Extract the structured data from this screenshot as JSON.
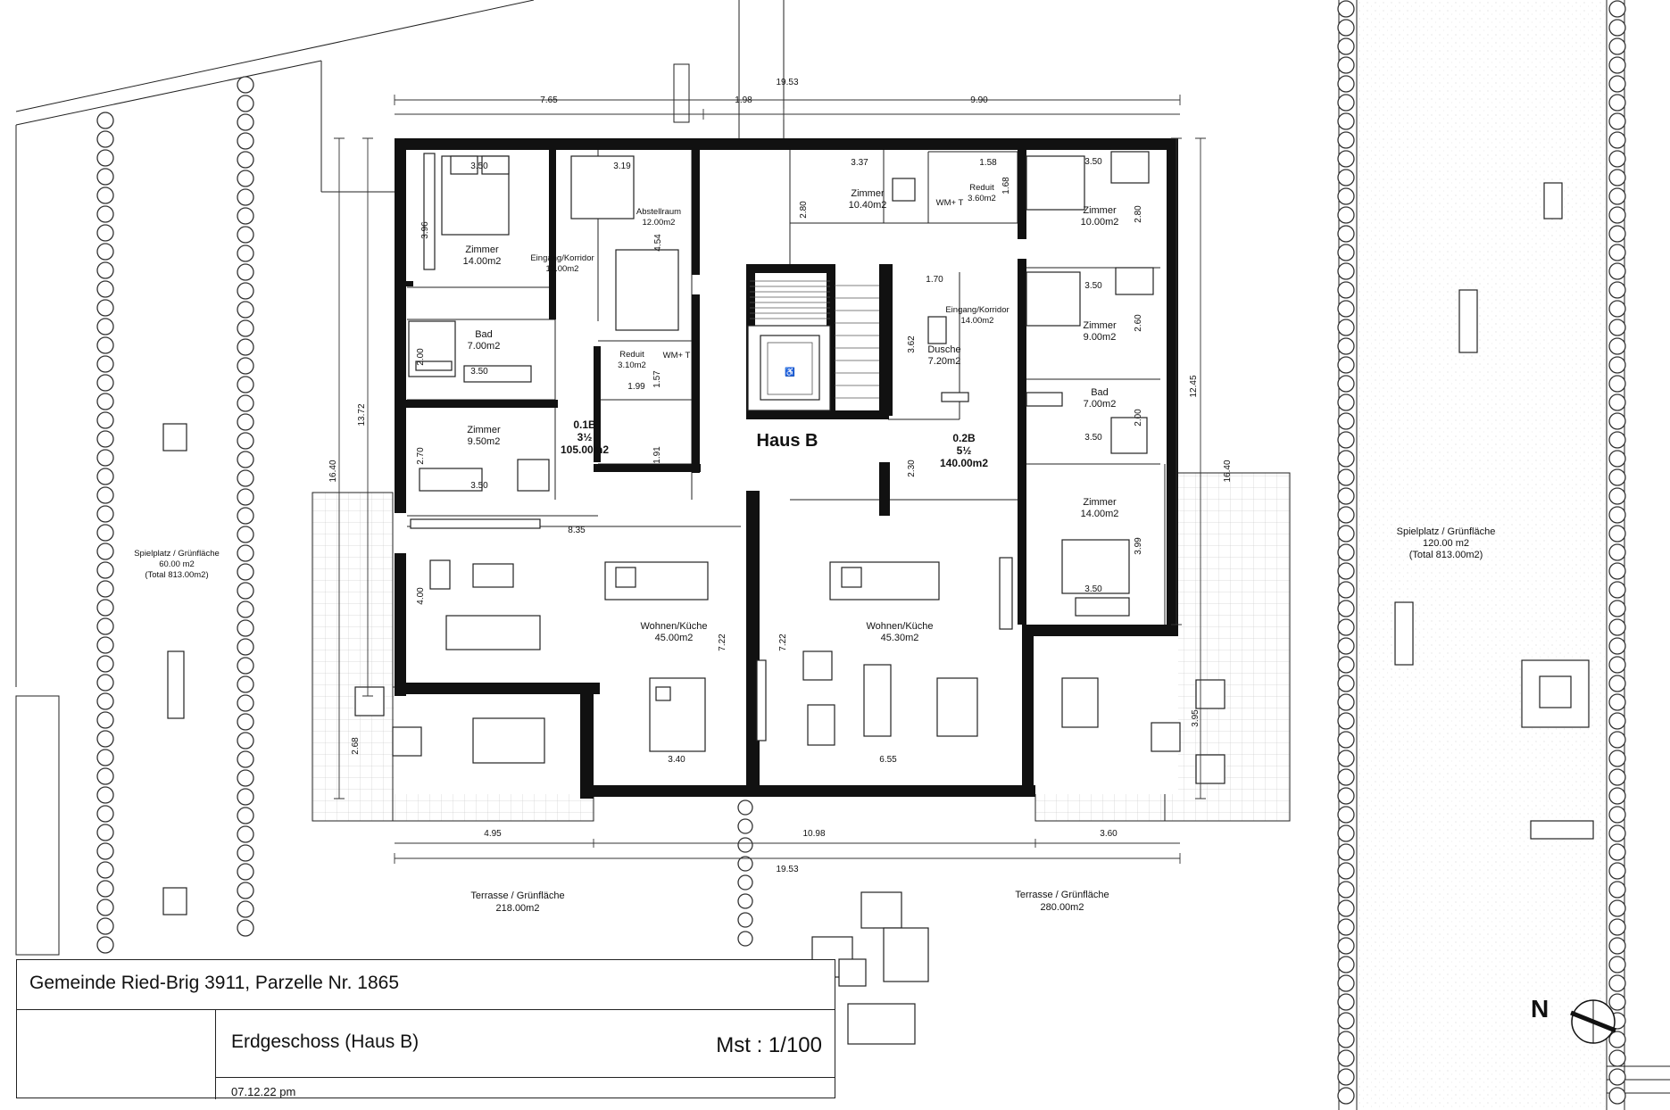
{
  "plan": {
    "haus_label": "Haus B",
    "units": [
      {
        "id": "0.1B",
        "rooms": "3½",
        "area": "105.00m2"
      },
      {
        "id": "0.2B",
        "rooms": "5½",
        "area": "140.00m2"
      }
    ],
    "rooms": [
      {
        "name": "Zimmer",
        "area": "14.00m2"
      },
      {
        "name": "Abstellraum",
        "area": "12.00m2"
      },
      {
        "name": "Eingang/Korridor",
        "area": "12.00m2"
      },
      {
        "name": "Bad",
        "area": "7.00m2"
      },
      {
        "name": "Reduit",
        "area": "3.10m2"
      },
      {
        "name": "Zimmer",
        "area": "9.50m2"
      },
      {
        "name": "Wohnen/Küche",
        "area": "45.00m2"
      },
      {
        "name": "Zimmer",
        "area": "10.40m2"
      },
      {
        "name": "Reduit",
        "area": "3.60m2"
      },
      {
        "name": "Zimmer",
        "area": "10.00m2"
      },
      {
        "name": "Eingang/Korridor",
        "area": "14.00m2"
      },
      {
        "name": "Dusche",
        "area": "7.20m2"
      },
      {
        "name": "Zimmer",
        "area": "9.00m2"
      },
      {
        "name": "Bad",
        "area": "7.00m2"
      },
      {
        "name": "Zimmer",
        "area": "14.00m2"
      },
      {
        "name": "Wohnen/Küche",
        "area": "45.30m2"
      }
    ],
    "wm_label": "WM+\nT",
    "outdoor": {
      "left_green": {
        "name": "Spielplatz / Grünfläche",
        "area": "60.00 m2",
        "total": "(Total 813.00m2)"
      },
      "right_green": {
        "name": "Spielplatz / Grünfläche",
        "area": "120.00 m2",
        "total": "(Total 813.00m2)"
      },
      "terrace_left": {
        "name": "Terrasse / Grünfläche",
        "area": "218.00m2"
      },
      "terrace_right": {
        "name": "Terrasse / Grünfläche",
        "area": "280.00m2"
      }
    },
    "dimensions": {
      "top_total": "19.53",
      "top_a": "7.65",
      "top_b": "1.98",
      "top_c": "9.90",
      "bottom_total": "19.53",
      "bottom_a": "4.95",
      "bottom_b": "10.98",
      "bottom_c": "3.60",
      "left_outer": "16.40",
      "left_inner": "13.72",
      "right_outer": "16.40",
      "right_inner": "12.45",
      "d_350": "3.50",
      "d_319": "3.19",
      "d_337": "3.37",
      "d_158": "1.58",
      "d_168": "1.68",
      "d_280": "2.80",
      "d_396": "3.96",
      "d_454": "4.54",
      "d_200": "2.00",
      "d_157": "1.57",
      "d_199": "1.99",
      "d_191": "1.91",
      "d_270": "2.70",
      "d_835": "8.35",
      "d_400": "4.00",
      "d_722": "7.22",
      "d_268": "2.68",
      "d_340": "3.40",
      "d_655": "6.55",
      "d_170": "1.70",
      "d_362": "3.62",
      "d_260": "2.60",
      "d_230": "2.30",
      "d_399": "3.99",
      "d_395": "3.95"
    },
    "north": "N"
  },
  "title_block": {
    "project": "Gemeinde Ried-Brig 3911, Parzelle Nr. 1865",
    "sheet": "Erdgeschoss (Haus B)",
    "scale": "Mst : 1/100",
    "date": "07.12.22 pm"
  }
}
